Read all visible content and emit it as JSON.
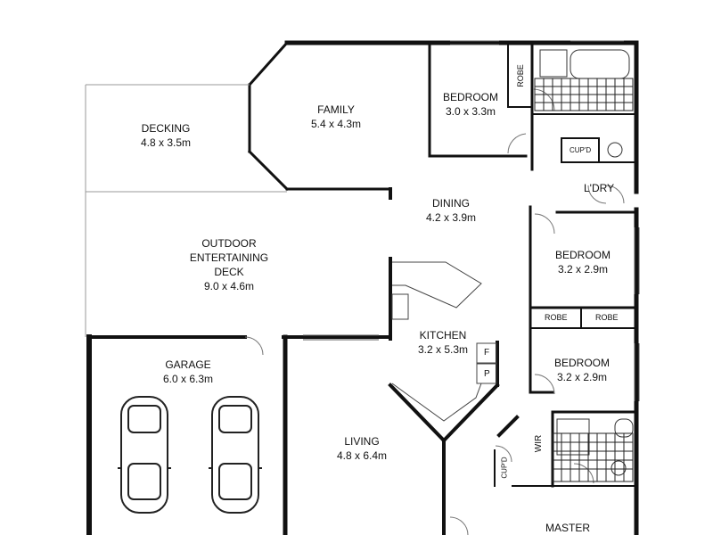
{
  "rooms": {
    "decking": {
      "name": "DECKING",
      "size": "4.8 x 3.5m"
    },
    "family": {
      "name": "FAMILY",
      "size": "5.4 x 4.3m"
    },
    "bedroom1": {
      "name": "BEDROOM",
      "size": "3.0 x 3.3m"
    },
    "dining": {
      "name": "DINING",
      "size": "4.2 x 3.9m"
    },
    "outdoor": {
      "line1": "OUTDOOR",
      "line2": "ENTERTAINING",
      "line3": "DECK",
      "size": "9.0 x 4.6m"
    },
    "bedroom2": {
      "name": "BEDROOM",
      "size": "3.2 x 2.9m"
    },
    "bedroom3": {
      "name": "BEDROOM",
      "size": "3.2 x 2.9m"
    },
    "garage": {
      "name": "GARAGE",
      "size": "6.0 x 6.3m"
    },
    "kitchen": {
      "name": "KITCHEN",
      "size": "3.2 x 5.3m"
    },
    "living": {
      "name": "LIVING",
      "size": "4.8 x 6.4m"
    },
    "master": {
      "name": "MASTER"
    }
  },
  "fixtures": {
    "robe_top": "ROBE",
    "cupd_laundry": "CUP'D",
    "laundry": "L'DRY",
    "robe_left": "ROBE",
    "robe_right": "ROBE",
    "fridge": "F",
    "pantry": "P",
    "wir": "WIR",
    "cupd_master": "CUP'D"
  },
  "colors": {
    "wall": "#111111",
    "fixture": "#333333",
    "background": "#ffffff"
  }
}
